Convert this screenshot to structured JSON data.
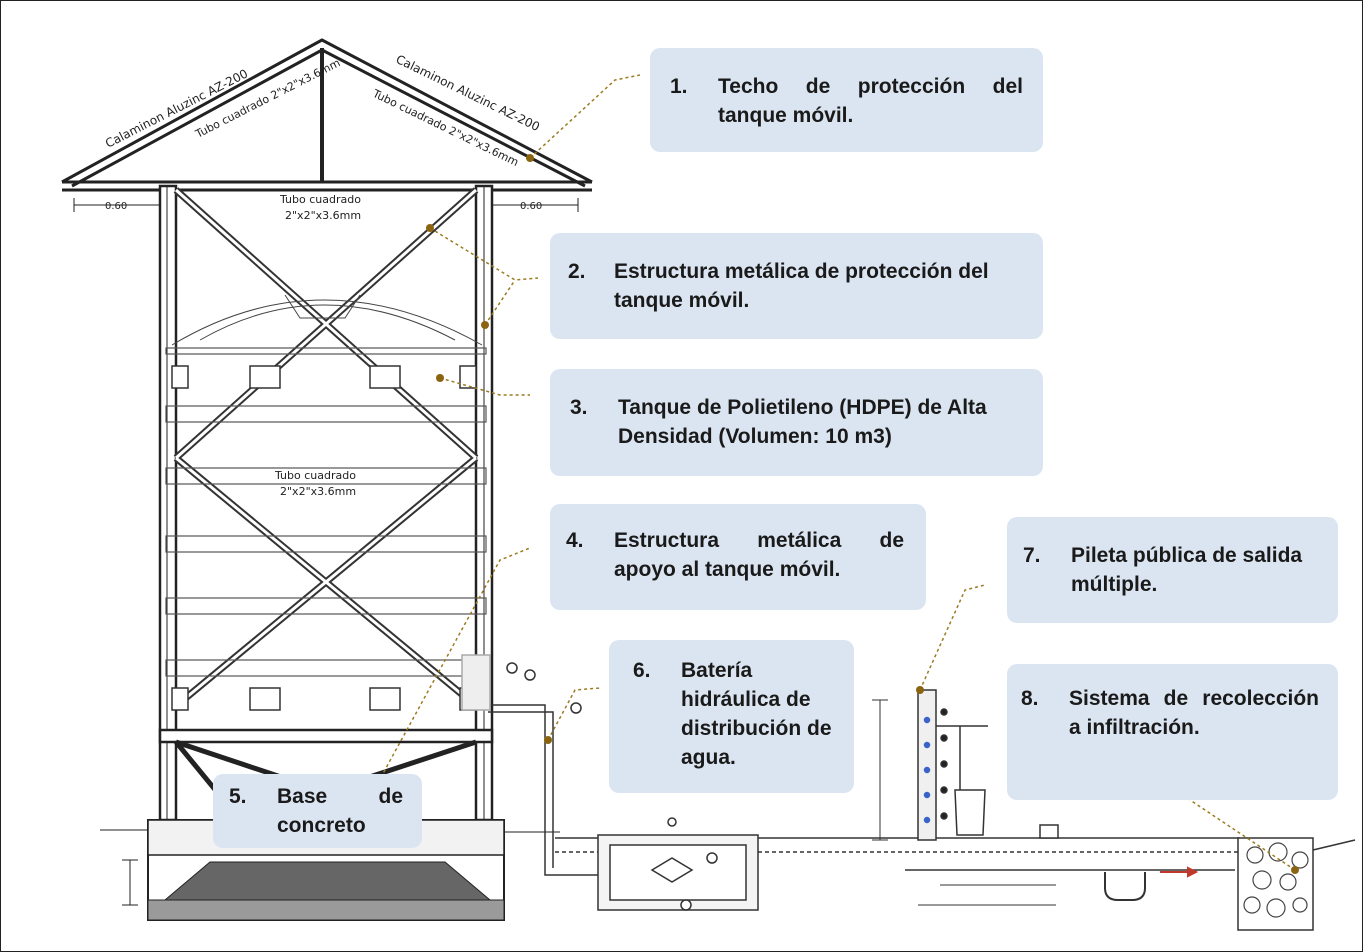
{
  "callouts": [
    {
      "num": "1.",
      "text": "Techo de protección del tanque móvil."
    },
    {
      "num": "2.",
      "text": "Estructura metálica de protección del tanque móvil."
    },
    {
      "num": "3.",
      "text": "Tanque de Polietileno (HDPE) de Alta Densidad (Volumen: 10 m3)"
    },
    {
      "num": "4.",
      "text": "Estructura metálica de apoyo al tanque móvil."
    },
    {
      "num": "5.",
      "text": "Base de concreto"
    },
    {
      "num": "6.",
      "text": "Batería hidráulica de distribución de agua."
    },
    {
      "num": "7.",
      "text": "Pileta pública de salida múltiple."
    },
    {
      "num": "8.",
      "text": "Sistema de recolección a infiltración."
    }
  ],
  "drawing_labels": {
    "roof_left": "Calaminon Aluzinc AZ-200",
    "roof_right": "Calaminon Aluzinc AZ-200",
    "tube_left": "Tubo cuadrado 2\"x2\"x3.6mm",
    "tube_right": "Tubo cuadrado 2\"x2\"x3.6mm",
    "tube_top": "Tubo cuadrado",
    "tube_top_dim": "2\"x2\"x3.6mm",
    "tube_mid": "Tubo cuadrado",
    "tube_mid_dim": "2\"x2\"x3.6mm",
    "overhang_left": "0.60",
    "overhang_right": "0.60"
  }
}
